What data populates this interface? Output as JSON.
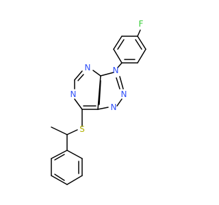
{
  "molecule": {
    "atoms": {
      "fluorine": {
        "label": "F",
        "color": "#33cc33"
      },
      "n_ring_top": {
        "label": "N",
        "color": "#3050f8"
      },
      "n_ring_left": {
        "label": "N",
        "color": "#3050f8"
      },
      "n_triazole_1": {
        "label": "N",
        "color": "#3050f8"
      },
      "n_triazole_2": {
        "label": "N",
        "color": "#3050f8"
      },
      "n_triazole_3": {
        "label": "N",
        "color": "#3050f8"
      },
      "sulfur": {
        "label": "S",
        "color": "#b2b200"
      }
    },
    "bond_color": "#000000"
  }
}
